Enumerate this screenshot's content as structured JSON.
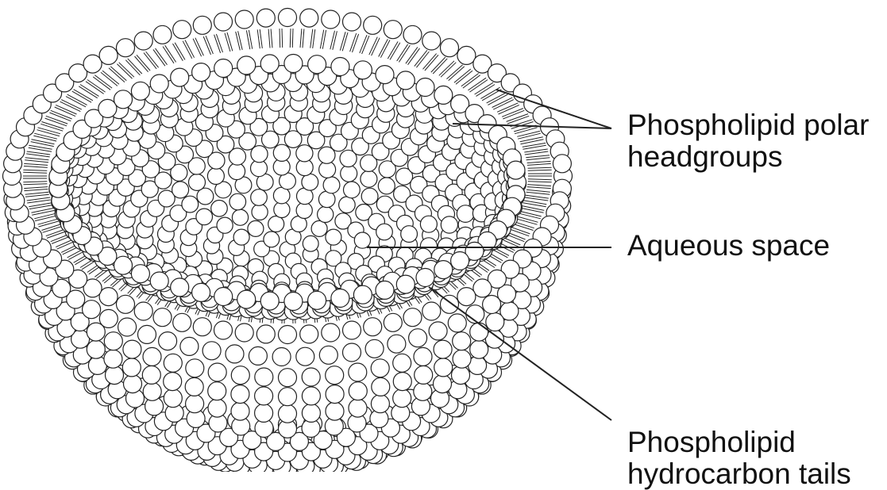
{
  "diagram": {
    "labels": {
      "headgroups": {
        "lines": [
          "Phospholipid polar",
          "headgroups"
        ]
      },
      "aqueous": {
        "lines": [
          "Aqueous space"
        ]
      },
      "tails": {
        "lines": [
          "Phospholipid",
          "hydrocarbon tails"
        ]
      }
    },
    "colors": {
      "stroke": "#222222",
      "fill": "#ffffff",
      "text": "#111111"
    }
  }
}
